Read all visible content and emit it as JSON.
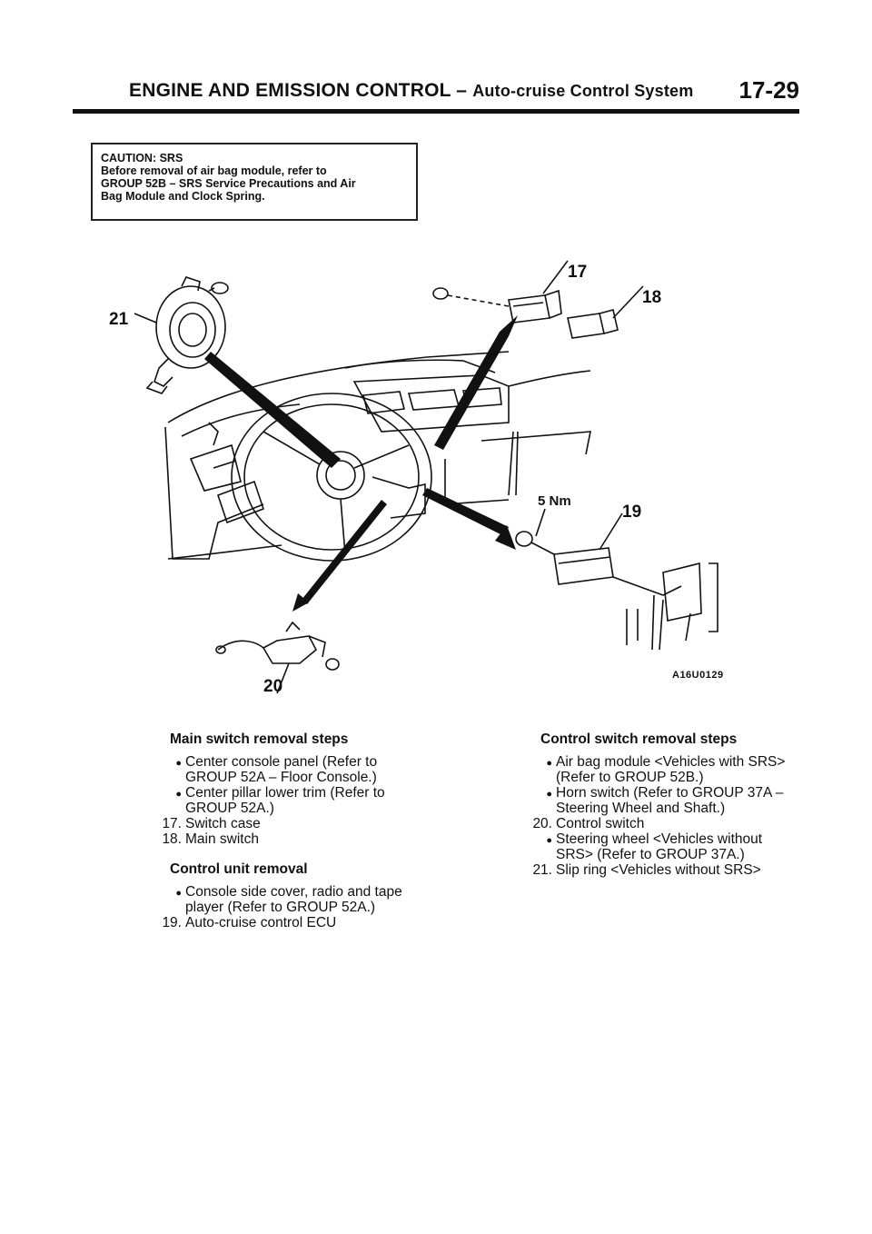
{
  "header": {
    "title_main": "ENGINE AND EMISSION CONTROL –",
    "title_sub": "Auto-cruise Control System",
    "page_number": "17-29"
  },
  "caution": {
    "lines": [
      "CAUTION: SRS",
      "Before removal of air bag module, refer to",
      "GROUP 52B – SRS Service Precautions and Air",
      "Bag Module and Clock Spring."
    ]
  },
  "figure": {
    "callouts": [
      "17",
      "18",
      "19",
      "20",
      "21"
    ],
    "torque": "5 Nm",
    "figure_id": "A16U0129"
  },
  "main_switch": {
    "heading": "Main switch removal steps",
    "items": [
      {
        "marker": "●",
        "text": "Center console panel (Refer to GROUP 52A – Floor Console.)"
      },
      {
        "marker": "●",
        "text": "Center pillar lower trim (Refer to GROUP 52A.)"
      },
      {
        "marker": "17.",
        "text": "Switch case"
      },
      {
        "marker": "18.",
        "text": "Main switch"
      }
    ]
  },
  "control_unit": {
    "heading": "Control unit removal",
    "items": [
      {
        "marker": "●",
        "text": "Console side cover, radio and tape player (Refer to GROUP 52A.)"
      },
      {
        "marker": "19.",
        "text": "Auto-cruise control ECU"
      }
    ]
  },
  "control_switch": {
    "heading": "Control switch removal steps",
    "items": [
      {
        "marker": "●",
        "text": "Air bag module <Vehicles with SRS> (Refer to GROUP 52B.)"
      },
      {
        "marker": "●",
        "text": "Horn switch (Refer to GROUP 37A – Steering Wheel and Shaft.)"
      },
      {
        "marker": "20.",
        "text": "Control switch"
      },
      {
        "marker": "●",
        "text": "Steering wheel <Vehicles without SRS> (Refer to GROUP 37A.)"
      },
      {
        "marker": "21.",
        "text": "Slip ring <Vehicles without SRS>"
      }
    ]
  }
}
